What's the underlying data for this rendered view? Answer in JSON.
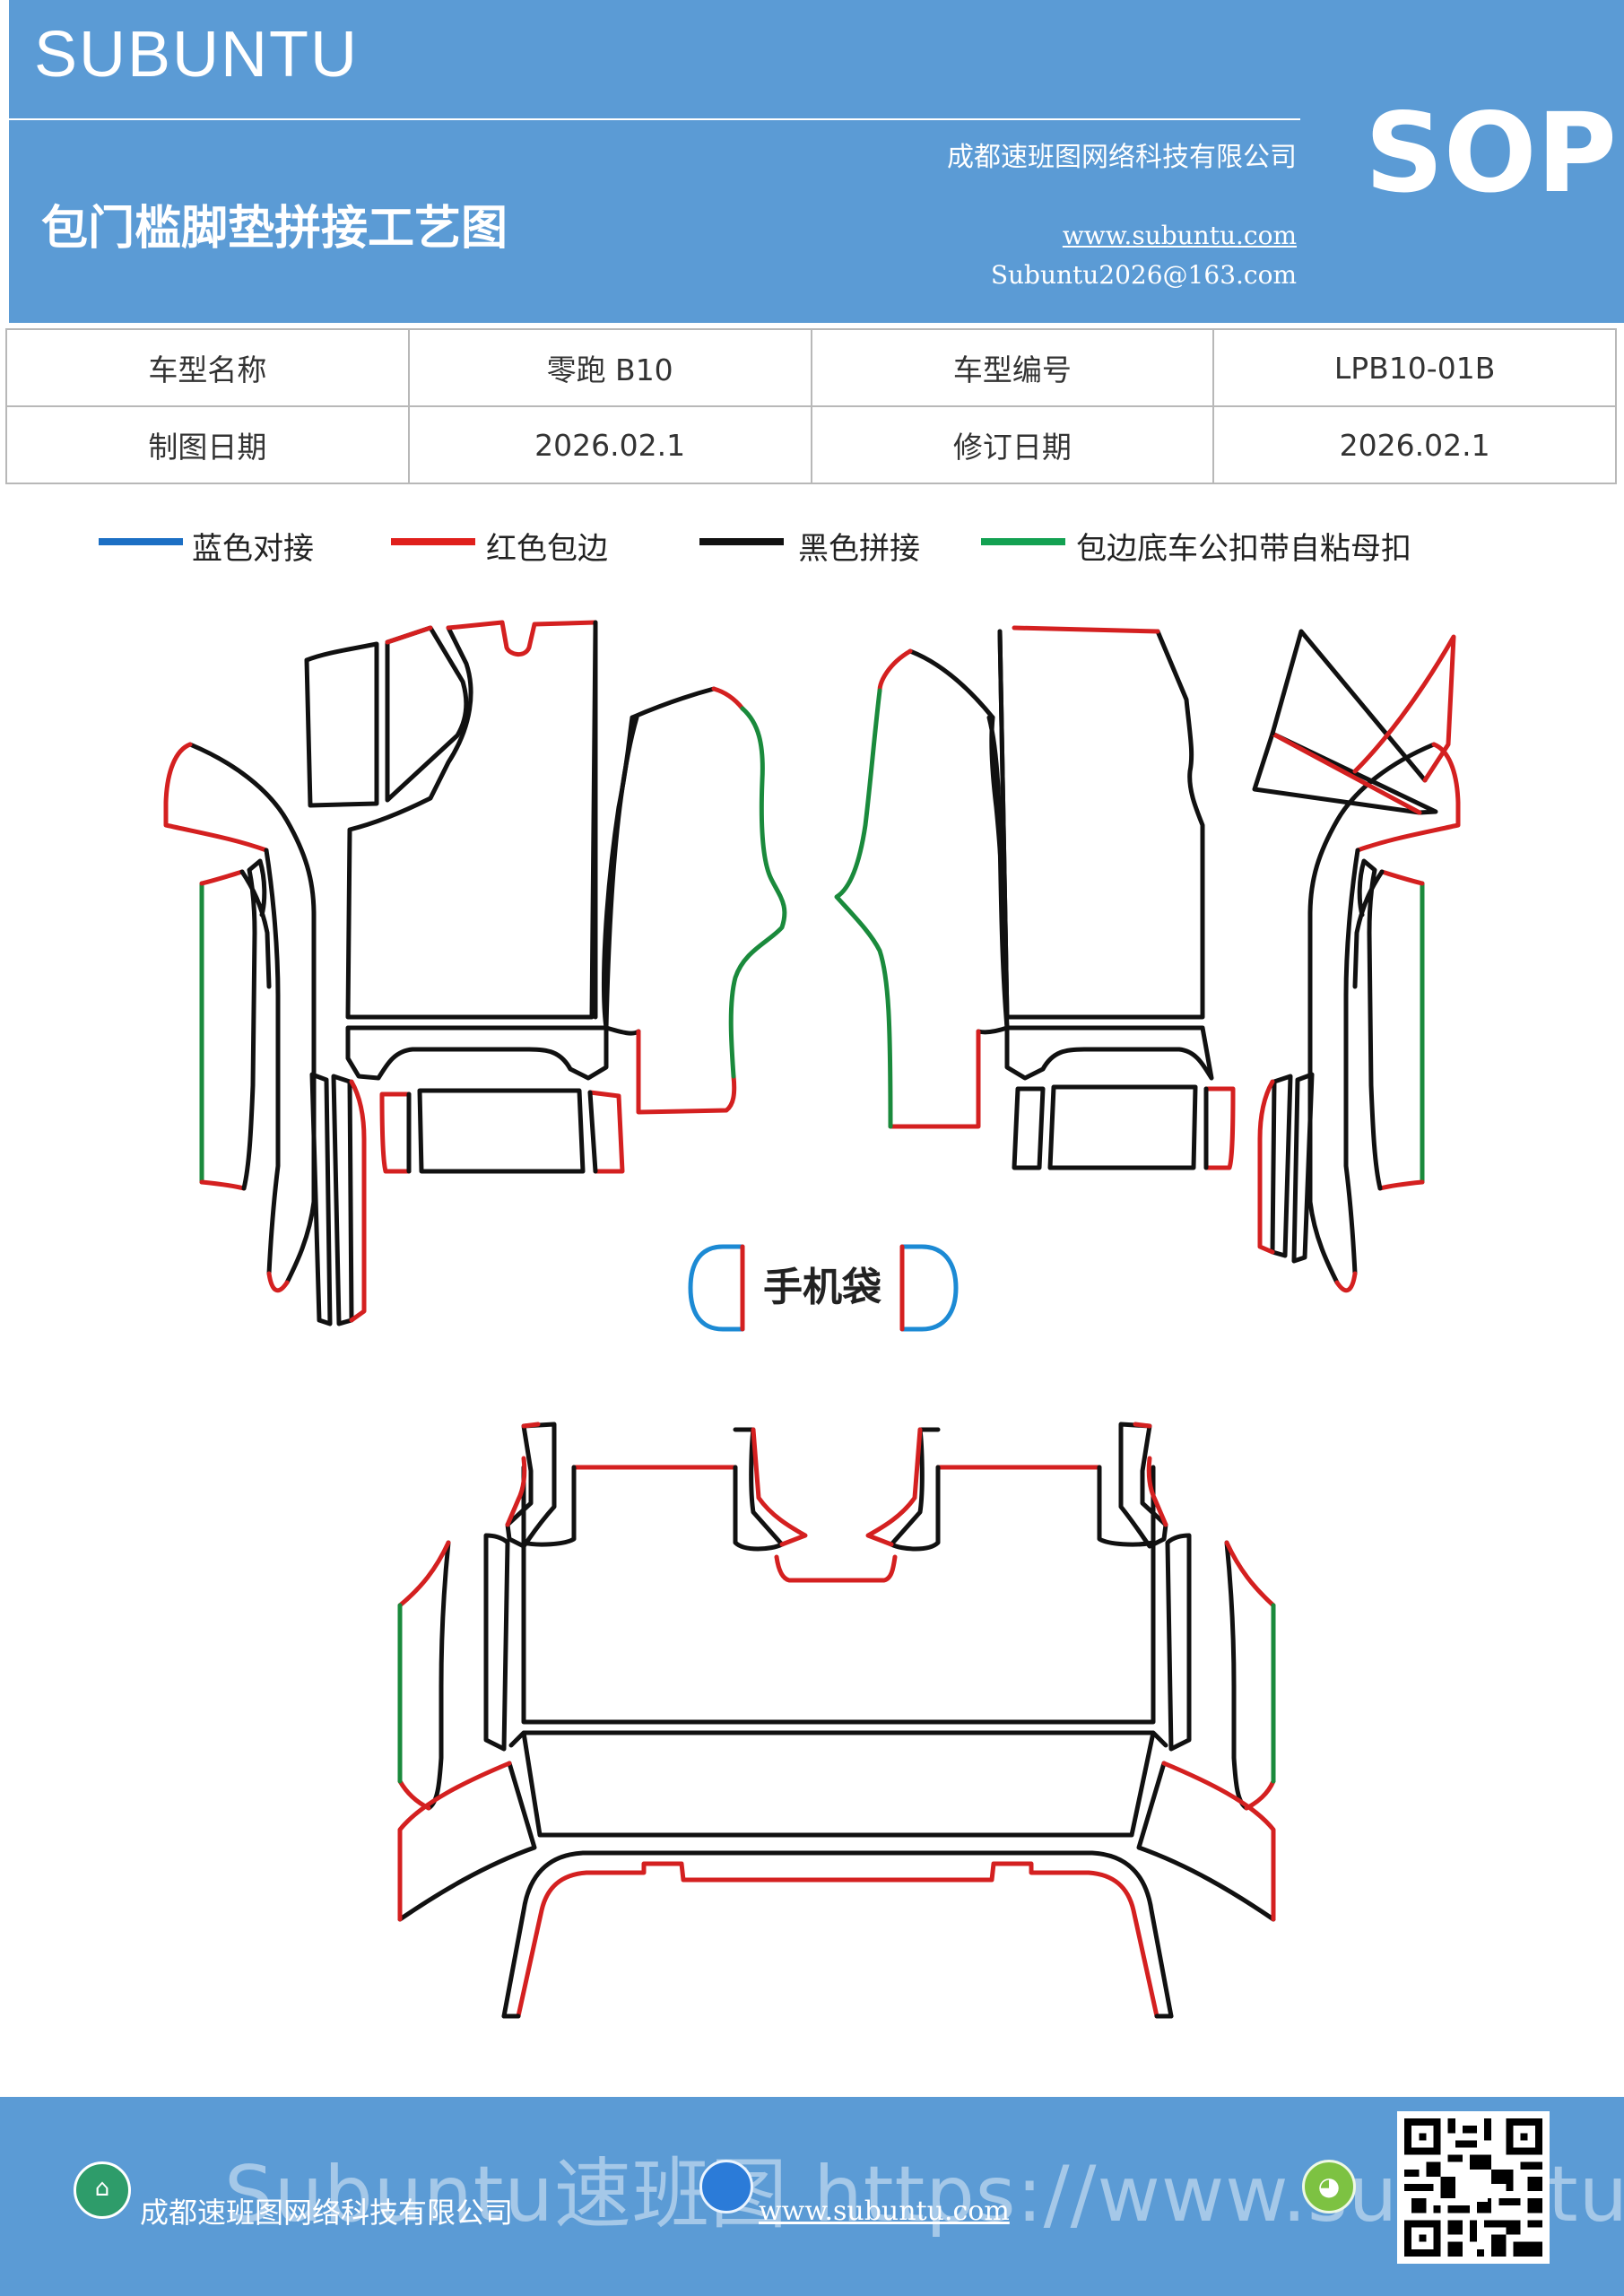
{
  "header": {
    "brand": "SUBUNTU",
    "title": "包门槛脚垫拼接工艺图",
    "company": "成都速班图网络科技有限公司",
    "website": "www.subuntu.com",
    "email": "Subuntu2026@163.com",
    "badge": "SOP"
  },
  "info_table": {
    "model_name_label": "车型名称",
    "model_name_value": "零跑 B10",
    "model_code_label": "车型编号",
    "model_code_value": "LPB10-01B",
    "draw_date_label": "制图日期",
    "draw_date_value": "2026.02.1",
    "revise_date_label": "修订日期",
    "revise_date_value": "2026.02.1"
  },
  "legend": [
    {
      "label": "蓝色对接",
      "color": "#1c6fc4"
    },
    {
      "label": "红色包边",
      "color": "#e0201c"
    },
    {
      "label": "黑色拼接",
      "color": "#111111"
    },
    {
      "label": "包边底车公扣带自粘母扣",
      "color": "#13a152"
    }
  ],
  "diagram": {
    "phone_bag_label": "手机袋",
    "colors": {
      "blue": "#1c8ad4",
      "red": "#d42020",
      "black": "#111111",
      "green": "#1a8a3c"
    }
  },
  "footer": {
    "company": "成都速班图网络科技有限公司",
    "website": "www.subuntu.com",
    "watermark": "Subuntu速班图 https://www.subuntu.com",
    "icons": [
      "building-icon",
      "globe-icon",
      "wechat-icon",
      "qr-code"
    ]
  }
}
